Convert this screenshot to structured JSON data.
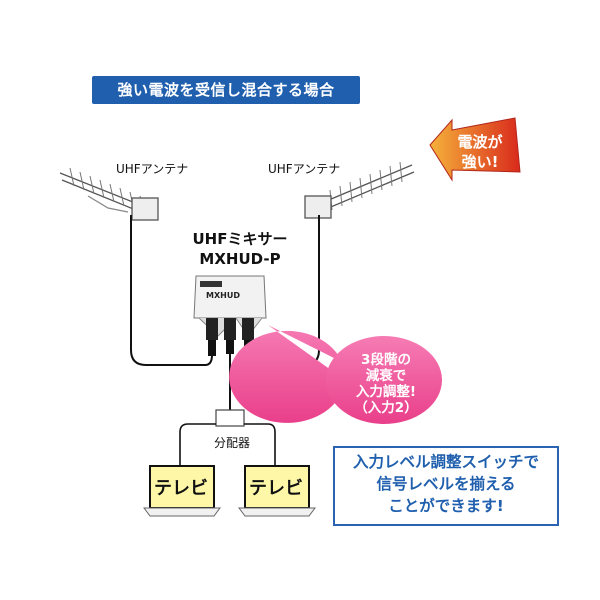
{
  "title": "強い電波を受信し混合する場合",
  "antenna_left_label": "UHFアンテナ",
  "antenna_right_label": "UHFアンテナ",
  "strong_signal_badge": [
    "電波が",
    "強い!"
  ],
  "mixer": {
    "name": "UHFミキサー",
    "model": "MXHUD-P",
    "body_label": "MXHUD"
  },
  "attenuation_callout": [
    "3段階の",
    "減衰で",
    "入力調整!",
    "（入力2）"
  ],
  "splitter_label": "分配器",
  "tv_left": "テレビ",
  "tv_right": "テレビ",
  "info_box": [
    "入力レベル調整スイッチで",
    "信号レベルを揃える",
    "ことができます!"
  ],
  "colors": {
    "title_band": "#1f5fae",
    "info_text": "#1f5fae",
    "callout_pink": "#f0529b",
    "tv_yellow": "#fff7a8",
    "arrow_orange": "#f28a1a",
    "arrow_red": "#d92a1c"
  },
  "icons": [
    "uhf-antenna-icon",
    "mixer-device-icon",
    "splitter-box-icon",
    "tv-icon",
    "arrow-icon"
  ]
}
